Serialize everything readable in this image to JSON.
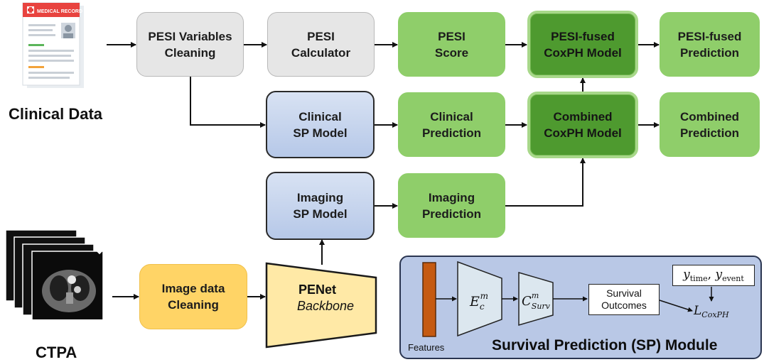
{
  "inputs": {
    "clinical_label": "Clinical Data",
    "ctpa_label": "CTPA",
    "record_header": "MEDICAL RECORD"
  },
  "nodes": {
    "pesi_cleaning": {
      "line1": "PESI Variables",
      "line2": "Cleaning"
    },
    "pesi_calculator": {
      "line1": "PESI",
      "line2": "Calculator"
    },
    "pesi_score": {
      "line1": "PESI",
      "line2": "Score"
    },
    "pesi_fused_model": {
      "line1": "PESI-fused",
      "line2": "CoxPH Model"
    },
    "pesi_fused_prediction": {
      "line1": "PESI-fused",
      "line2": "Prediction"
    },
    "clinical_sp_model": {
      "line1": "Clinical",
      "line2": "SP Model"
    },
    "clinical_prediction": {
      "line1": "Clinical",
      "line2": "Prediction"
    },
    "combined_model": {
      "line1": "Combined",
      "line2": "CoxPH Model"
    },
    "combined_prediction": {
      "line1": "Combined",
      "line2": "Prediction"
    },
    "imaging_sp_model": {
      "line1": "Imaging",
      "line2": "SP Model"
    },
    "imaging_prediction": {
      "line1": "Imaging",
      "line2": "Prediction"
    },
    "image_cleaning": {
      "line1": "Image data",
      "line2": "Cleaning"
    },
    "penet": {
      "line1": "PENet",
      "line2": "Backbone"
    }
  },
  "sp_module": {
    "title": "Survival Prediction (SP) Module",
    "features_label": "Features",
    "encoder_label": "E",
    "encoder_sup": "m",
    "encoder_sub": "c",
    "surv_label": "C",
    "surv_sup": "m",
    "surv_sub": "Surv",
    "outcomes_line1": "Survival",
    "outcomes_line2": "Outcomes",
    "targets_y1": "y",
    "targets_sub1": "time",
    "targets_sep": ", ",
    "targets_y2": "y",
    "targets_sub2": "event",
    "loss_label": "L",
    "loss_sub": "CoxPH"
  },
  "colors": {
    "gray": "#e6e6e6",
    "green": "#8fce6a",
    "dark_green": "#4e9a2f",
    "blue": "#c7d5ee",
    "yellow": "#ffd466",
    "module_bg": "#b9c8e6",
    "feature_bar": "#c55a11"
  }
}
